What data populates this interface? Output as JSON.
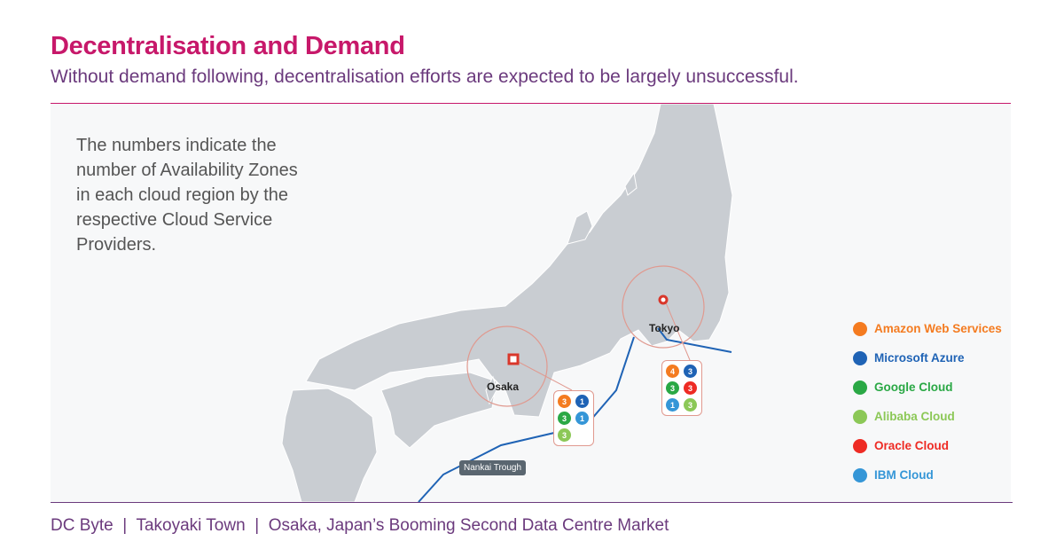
{
  "header": {
    "title": "Decentralisation and Demand",
    "subtitle": "Without demand following, decentralisation efforts are expected to be largely unsuccessful."
  },
  "note": "The numbers indicate the number of Availability Zones in each cloud region by the respective Cloud Service Providers.",
  "map": {
    "cities": [
      {
        "name": "Osaka",
        "zones": [
          {
            "provider": "aws",
            "n": "3"
          },
          {
            "provider": "azure",
            "n": "1"
          },
          {
            "provider": "google",
            "n": "3"
          },
          {
            "provider": "ibm",
            "n": "1"
          },
          {
            "provider": "alibaba",
            "n": "3"
          }
        ]
      },
      {
        "name": "Tokyo",
        "zones": [
          {
            "provider": "aws",
            "n": "4"
          },
          {
            "provider": "azure",
            "n": "3"
          },
          {
            "provider": "google",
            "n": "3"
          },
          {
            "provider": "oracle",
            "n": "3"
          },
          {
            "provider": "ibm",
            "n": "1"
          },
          {
            "provider": "alibaba",
            "n": "3"
          }
        ]
      }
    ],
    "trough_label": "Nankai Trough"
  },
  "legend": [
    {
      "key": "aws",
      "label": "Amazon Web Services",
      "color": "#f47b20"
    },
    {
      "key": "azure",
      "label": "Microsoft Azure",
      "color": "#1f63b5"
    },
    {
      "key": "google",
      "label": "Google Cloud",
      "color": "#2aa845"
    },
    {
      "key": "alibaba",
      "label": "Alibaba Cloud",
      "color": "#8cc857"
    },
    {
      "key": "oracle",
      "label": "Oracle Cloud",
      "color": "#ee2b24"
    },
    {
      "key": "ibm",
      "label": "IBM Cloud",
      "color": "#3596d7"
    }
  ],
  "footer": "DC Byte  |  Takoyaki Town  |  Osaka, Japan’s Booming Second Data Centre Market"
}
